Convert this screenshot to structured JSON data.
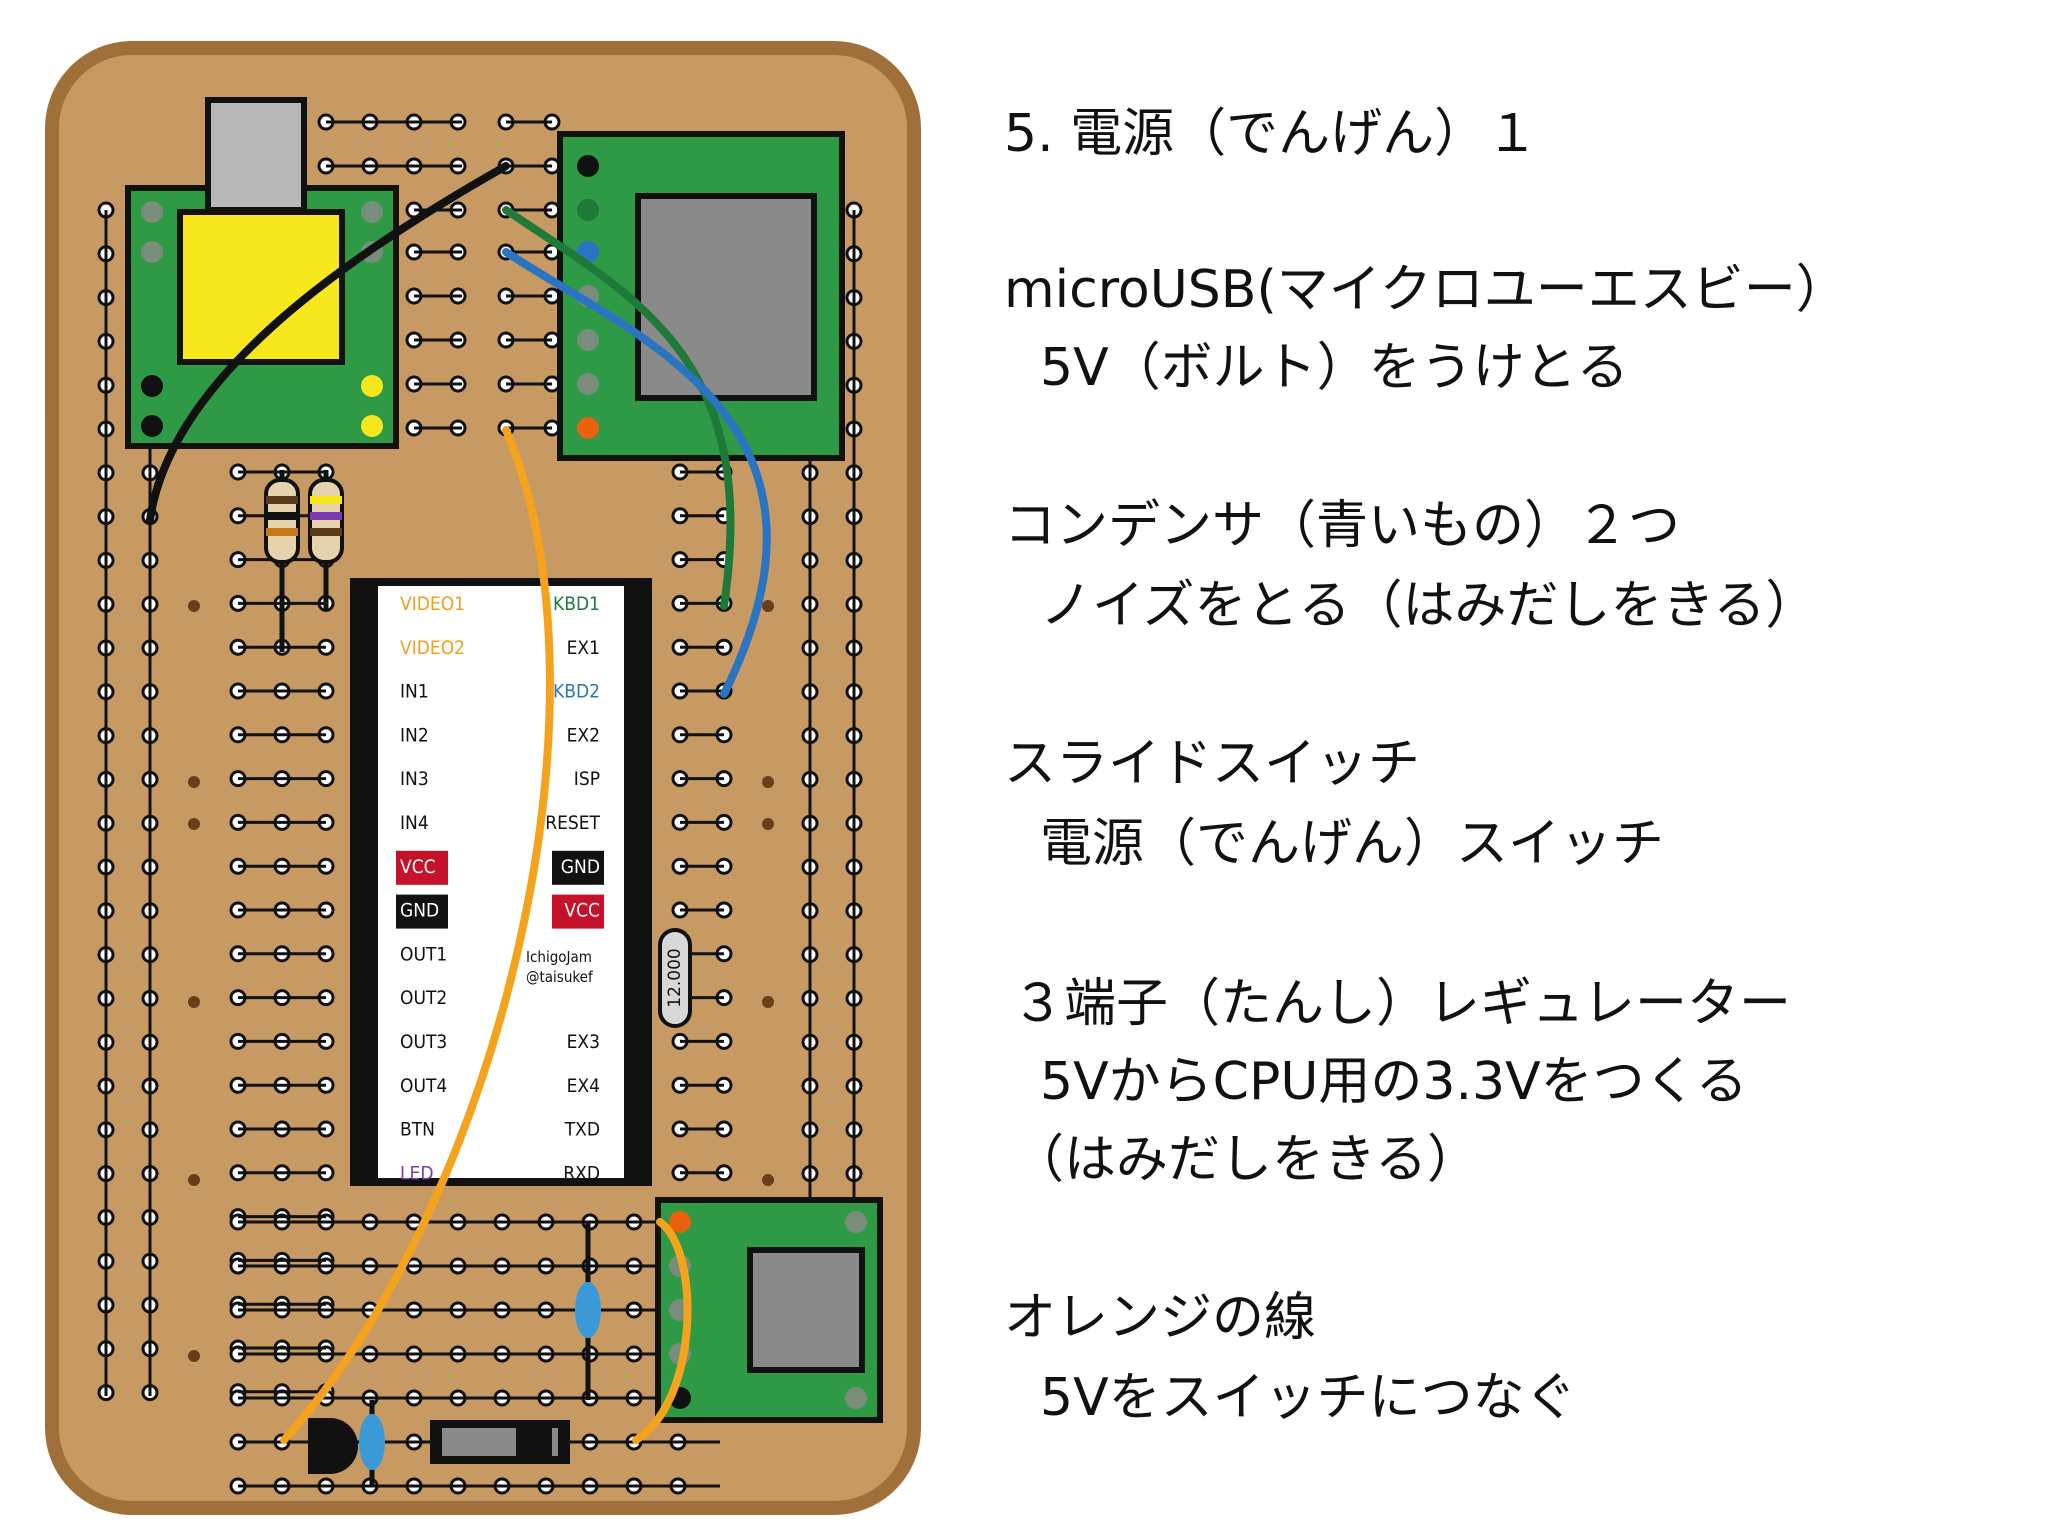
{
  "title": "5. 電源（でんげん）１",
  "steps": [
    {
      "heading": "microUSB(マイクロユーエスビー）",
      "detail": "5V（ボルト）をうけとる"
    },
    {
      "heading": "コンデンサ（青いもの）２つ",
      "detail": "ノイズをとる（はみだしをきる）"
    },
    {
      "heading": "スライドスイッチ",
      "detail": "電源（でんげん）スイッチ"
    },
    {
      "heading": "３端子（たんし）レギュレーター",
      "detail": "5VからCPU用の3.3Vをつくる",
      "detail2": "（はみだしをきる）"
    },
    {
      "heading": "オレンジの線",
      "detail": "5Vをスイッチにつなぐ"
    }
  ],
  "chip": {
    "left_pins": [
      "VIDEO1",
      "VIDEO2",
      "IN1",
      "IN2",
      "IN3",
      "IN4",
      "VCC",
      "GND",
      "OUT1",
      "OUT2",
      "OUT3",
      "OUT4",
      "BTN",
      "LED"
    ],
    "right_pins": [
      "KBD1",
      "EX1",
      "KBD2",
      "EX2",
      "ISP",
      "RESET",
      "GND",
      "VCC",
      "",
      "",
      "EX3",
      "EX4",
      "TXD",
      "RXD"
    ],
    "brand_line1": "IchigoJam",
    "brand_line2": "@taisukef",
    "crystal": "12.000"
  },
  "colors": {
    "board": "#c89a63",
    "board_edge": "#a0703a",
    "pcb": "#2e9a45",
    "wire_black": "#111111",
    "wire_green": "#1f7a3a",
    "wire_blue": "#2a74c2",
    "wire_orange": "#f5a21d",
    "capacitor": "#3a9ad8",
    "vcc_red": "#c4122a",
    "video_orange": "#f0a020",
    "kbd1_green": "#1f7a3a",
    "kbd2_blue": "#2a74c2",
    "led_purple": "#7a3ab0"
  },
  "icons": [
    "microusb-module-icon",
    "regulator-module-icon",
    "slide-switch-icon",
    "capacitor-icon",
    "resistor-icon",
    "crystal-icon"
  ]
}
